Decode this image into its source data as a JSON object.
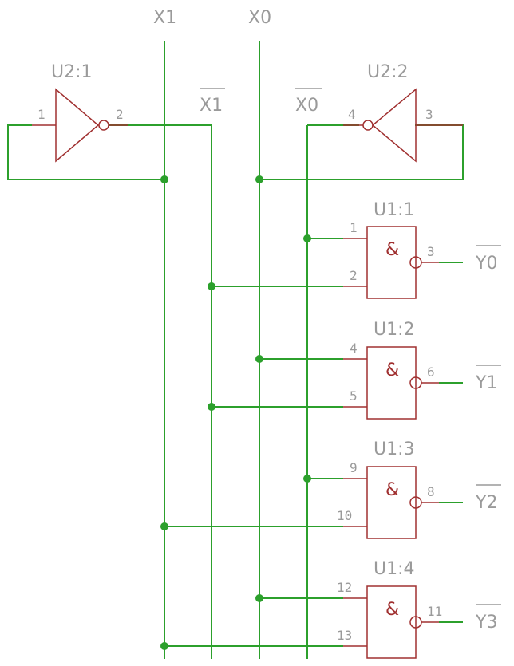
{
  "inputs": {
    "x1": "X1",
    "x0": "X0",
    "x1_bar": "X1",
    "x0_bar": "X0"
  },
  "inverters": [
    {
      "ref": "U2:1",
      "pin_in": "1",
      "pin_out": "2"
    },
    {
      "ref": "U2:2",
      "pin_in": "3",
      "pin_out": "4"
    }
  ],
  "gates": [
    {
      "ref": "U1:1",
      "symbol": "&",
      "pin_a": "1",
      "pin_b": "2",
      "pin_out": "3",
      "output": "Y0"
    },
    {
      "ref": "U1:2",
      "symbol": "&",
      "pin_a": "4",
      "pin_b": "5",
      "pin_out": "6",
      "output": "Y1"
    },
    {
      "ref": "U1:3",
      "symbol": "&",
      "pin_a": "9",
      "pin_b": "10",
      "pin_out": "8",
      "output": "Y2"
    },
    {
      "ref": "U1:4",
      "symbol": "&",
      "pin_a": "12",
      "pin_b": "13",
      "pin_out": "11",
      "output": "Y3"
    }
  ],
  "colors": {
    "wire": "#2ca02c",
    "part": "#a03030",
    "text": "#9a9a9a"
  }
}
